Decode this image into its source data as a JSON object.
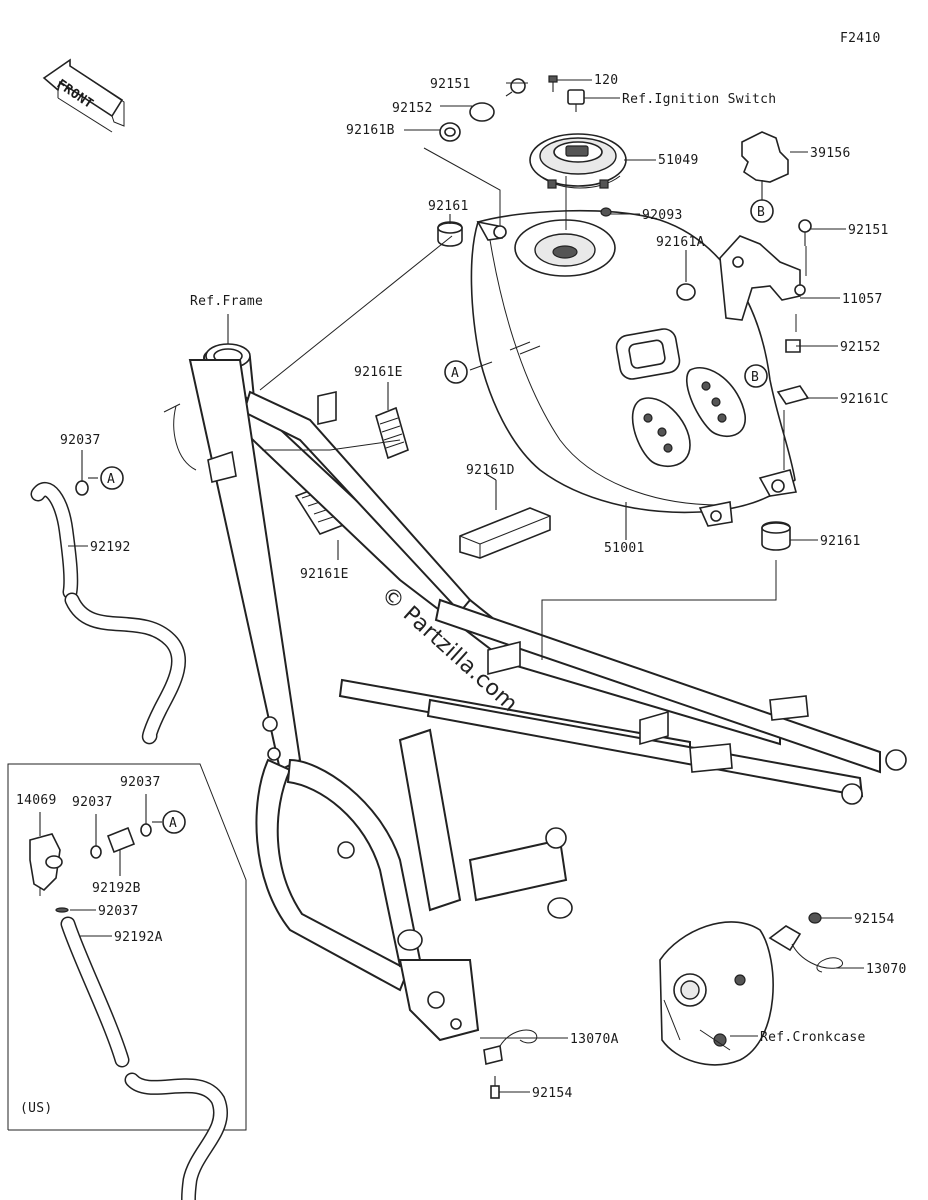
{
  "diagram": {
    "figure_id": "F2410",
    "front_label": "FRONT",
    "region_label": "(US)",
    "watermark": "© Partzilla.com",
    "callouts": {
      "c_92151_top": "92151",
      "c_120": "120",
      "c_ref_ignition": "Ref.Ignition Switch",
      "c_92152_top": "92152",
      "c_92161b": "92161B",
      "c_51049": "51049",
      "c_39156": "39156",
      "c_b_39156": "B",
      "c_92093": "92093",
      "c_92161_left": "92161",
      "c_92161a": "92161A",
      "c_92151_right": "92151",
      "c_11057": "11057",
      "c_ref_frame": "Ref.Frame",
      "c_92152_right": "92152",
      "c_a_tank": "A",
      "c_b_right": "B",
      "c_92161c": "92161C",
      "c_92161e_top": "92161E",
      "c_92037_left": "92037",
      "c_a_left": "A",
      "c_92161d": "92161D",
      "c_92192": "92192",
      "c_51001": "51001",
      "c_92161_lower": "92161",
      "c_92161e_bottom": "92161E",
      "c_92037_box_top": "92037",
      "c_14069": "14069",
      "c_92037_box_mid": "92037",
      "c_a_box": "A",
      "c_92192b": "92192B",
      "c_92037_box_low": "92037",
      "c_92192a": "92192A",
      "c_92154_right": "92154",
      "c_13070": "13070",
      "c_13070a": "13070A",
      "c_ref_crankcase": "Ref.Cronkcase",
      "c_92154_bottom": "92154"
    }
  }
}
